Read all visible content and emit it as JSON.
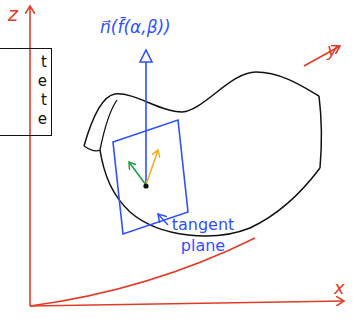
{
  "diagram": {
    "nodes": [
      {
        "text": [
          "t e t e"
        ]
      }
    ],
    "labels": [
      "z",
      "y",
      "x",
      "n⃗(f̄(α,β))",
      "tangent plane"
    ]
  }
}
